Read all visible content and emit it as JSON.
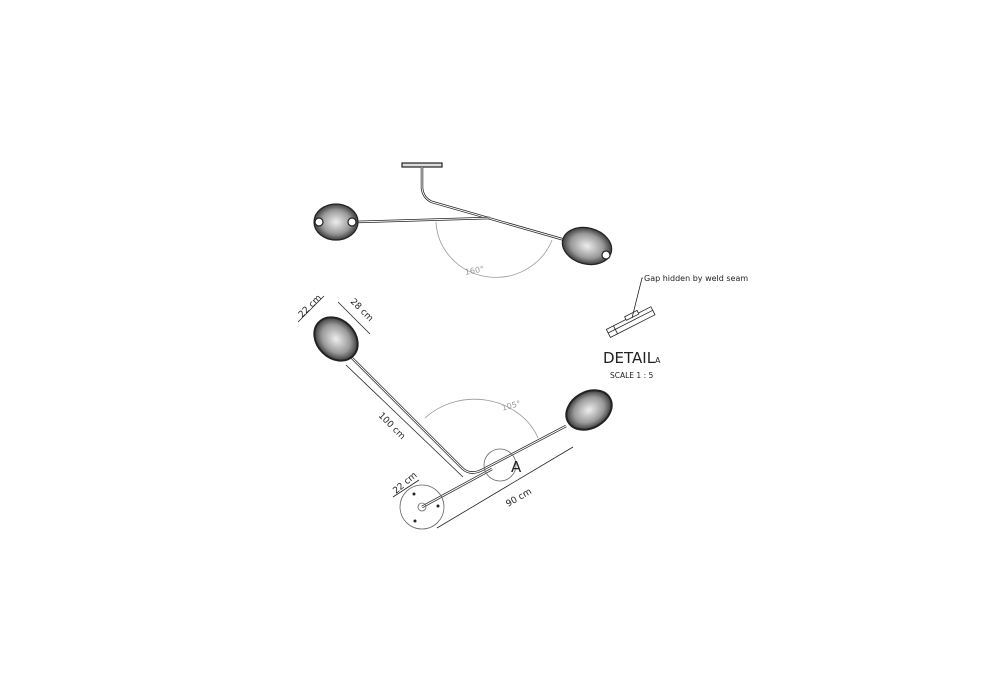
{
  "top_view": {
    "angle_label": "160°"
  },
  "bottom_view": {
    "shade_width_label": "22 cm",
    "shade_length_label": "28 cm",
    "arm_long_label": "100 cm",
    "arm_short_label": "90 cm",
    "base_label": "22 cm",
    "angle_label": "105°",
    "detail_marker": "A"
  },
  "detail": {
    "note": "Gap hidden by weld seam",
    "title": "DETAIL",
    "title_ref": "A",
    "scale": "SCALE 1 : 5"
  },
  "colors": {
    "line": "#222222",
    "dim": "#999999",
    "shade": "#555555"
  }
}
